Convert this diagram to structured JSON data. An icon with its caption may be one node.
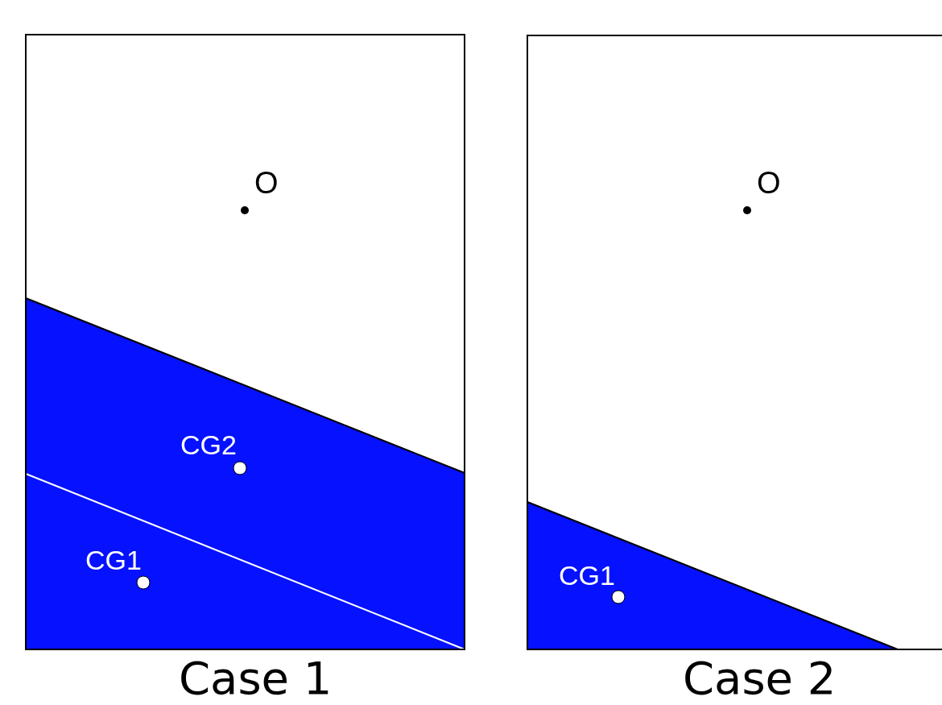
{
  "diagram": {
    "labels": [
      "O",
      "CG2",
      "CG1",
      "Case 1",
      "O",
      "CG1",
      "Case 2"
    ]
  }
}
